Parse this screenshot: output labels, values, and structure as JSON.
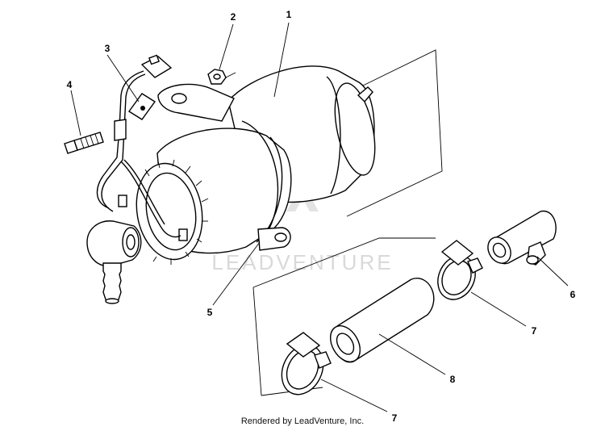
{
  "diagram": {
    "callouts": {
      "c1": "1",
      "c2": "2",
      "c3": "3",
      "c4": "4",
      "c5": "5",
      "c6": "6",
      "c7a": "7",
      "c7b": "7",
      "c8": "8"
    },
    "watermark": "LEADVENTURE",
    "footer": "Rendered by LeadVenture, Inc."
  }
}
